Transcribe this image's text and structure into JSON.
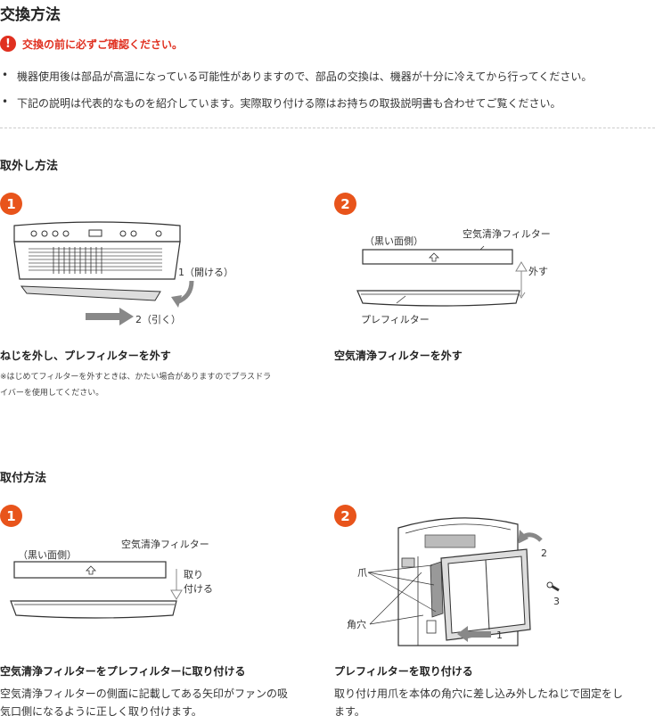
{
  "page": {
    "title": "交換方法",
    "warning": "交換の前に必ずご確認ください。",
    "notes": [
      "機器使用後は部品が高温になっている可能性がありますので、部品の交換は、機器が十分に冷えてから行ってください。",
      "下記の説明は代表的なものを紹介しています。実際取り付ける際はお持ちの取扱説明書も合わせてご覧ください。"
    ]
  },
  "removal": {
    "title": "取外し方法",
    "step1": {
      "num": "1",
      "label_open": "1（開ける）",
      "label_pull": "2（引く）",
      "caption": "ねじを外し、プレフィルターを外す",
      "note_line1": "※はじめてフィルターを外すときは、かたい場合がありますのでプラスドラ",
      "note_line2": "イバーを使用してください。"
    },
    "step2": {
      "num": "2",
      "label_black": "（黒い面側）",
      "label_filter": "空気清浄フィルター",
      "label_remove": "外す",
      "label_prefilter": "プレフィルター",
      "caption": "空気清浄フィルターを外す"
    }
  },
  "install": {
    "title": "取付方法",
    "step1": {
      "num": "1",
      "label_filter": "空気清浄フィルター",
      "label_black": "（黒い面側）",
      "label_attach_1": "取り",
      "label_attach_2": "付ける",
      "caption": "空気清浄フィルターをプレフィルターに取り付ける",
      "desc_line1": "空気清浄フィルターの側面に記載してある矢印がファンの吸",
      "desc_line2": "気口側になるように正しく取り付けます。"
    },
    "step2": {
      "num": "2",
      "label_claw": "爪",
      "label_hole": "角穴",
      "label_1": "1",
      "label_2": "2",
      "label_3": "3",
      "caption": "プレフィルターを取り付ける",
      "desc_line1": "取り付け用爪を本体の角穴に差し込み外したねじで固定をし",
      "desc_line2": "ます。"
    }
  },
  "colors": {
    "accent": "#e8541b",
    "warning": "#e03020"
  }
}
